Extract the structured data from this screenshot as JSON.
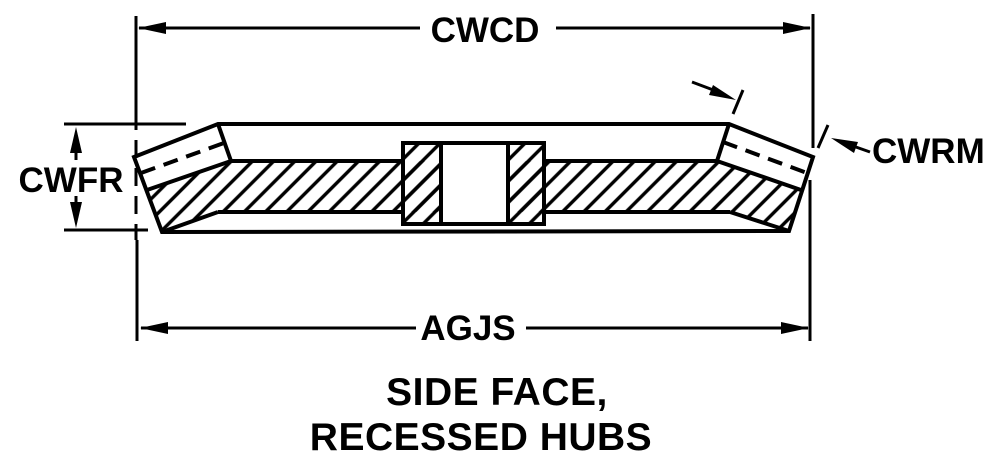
{
  "colors": {
    "ink": "#000000",
    "paper": "#ffffff"
  },
  "dimensions": {
    "cwcd": "CWCD",
    "cwfr": "CWFR",
    "cwrm": "CWRM",
    "agjs": "AGJS"
  },
  "title": {
    "line1": "SIDE FACE,",
    "line2": "RECESSED HUBS"
  }
}
